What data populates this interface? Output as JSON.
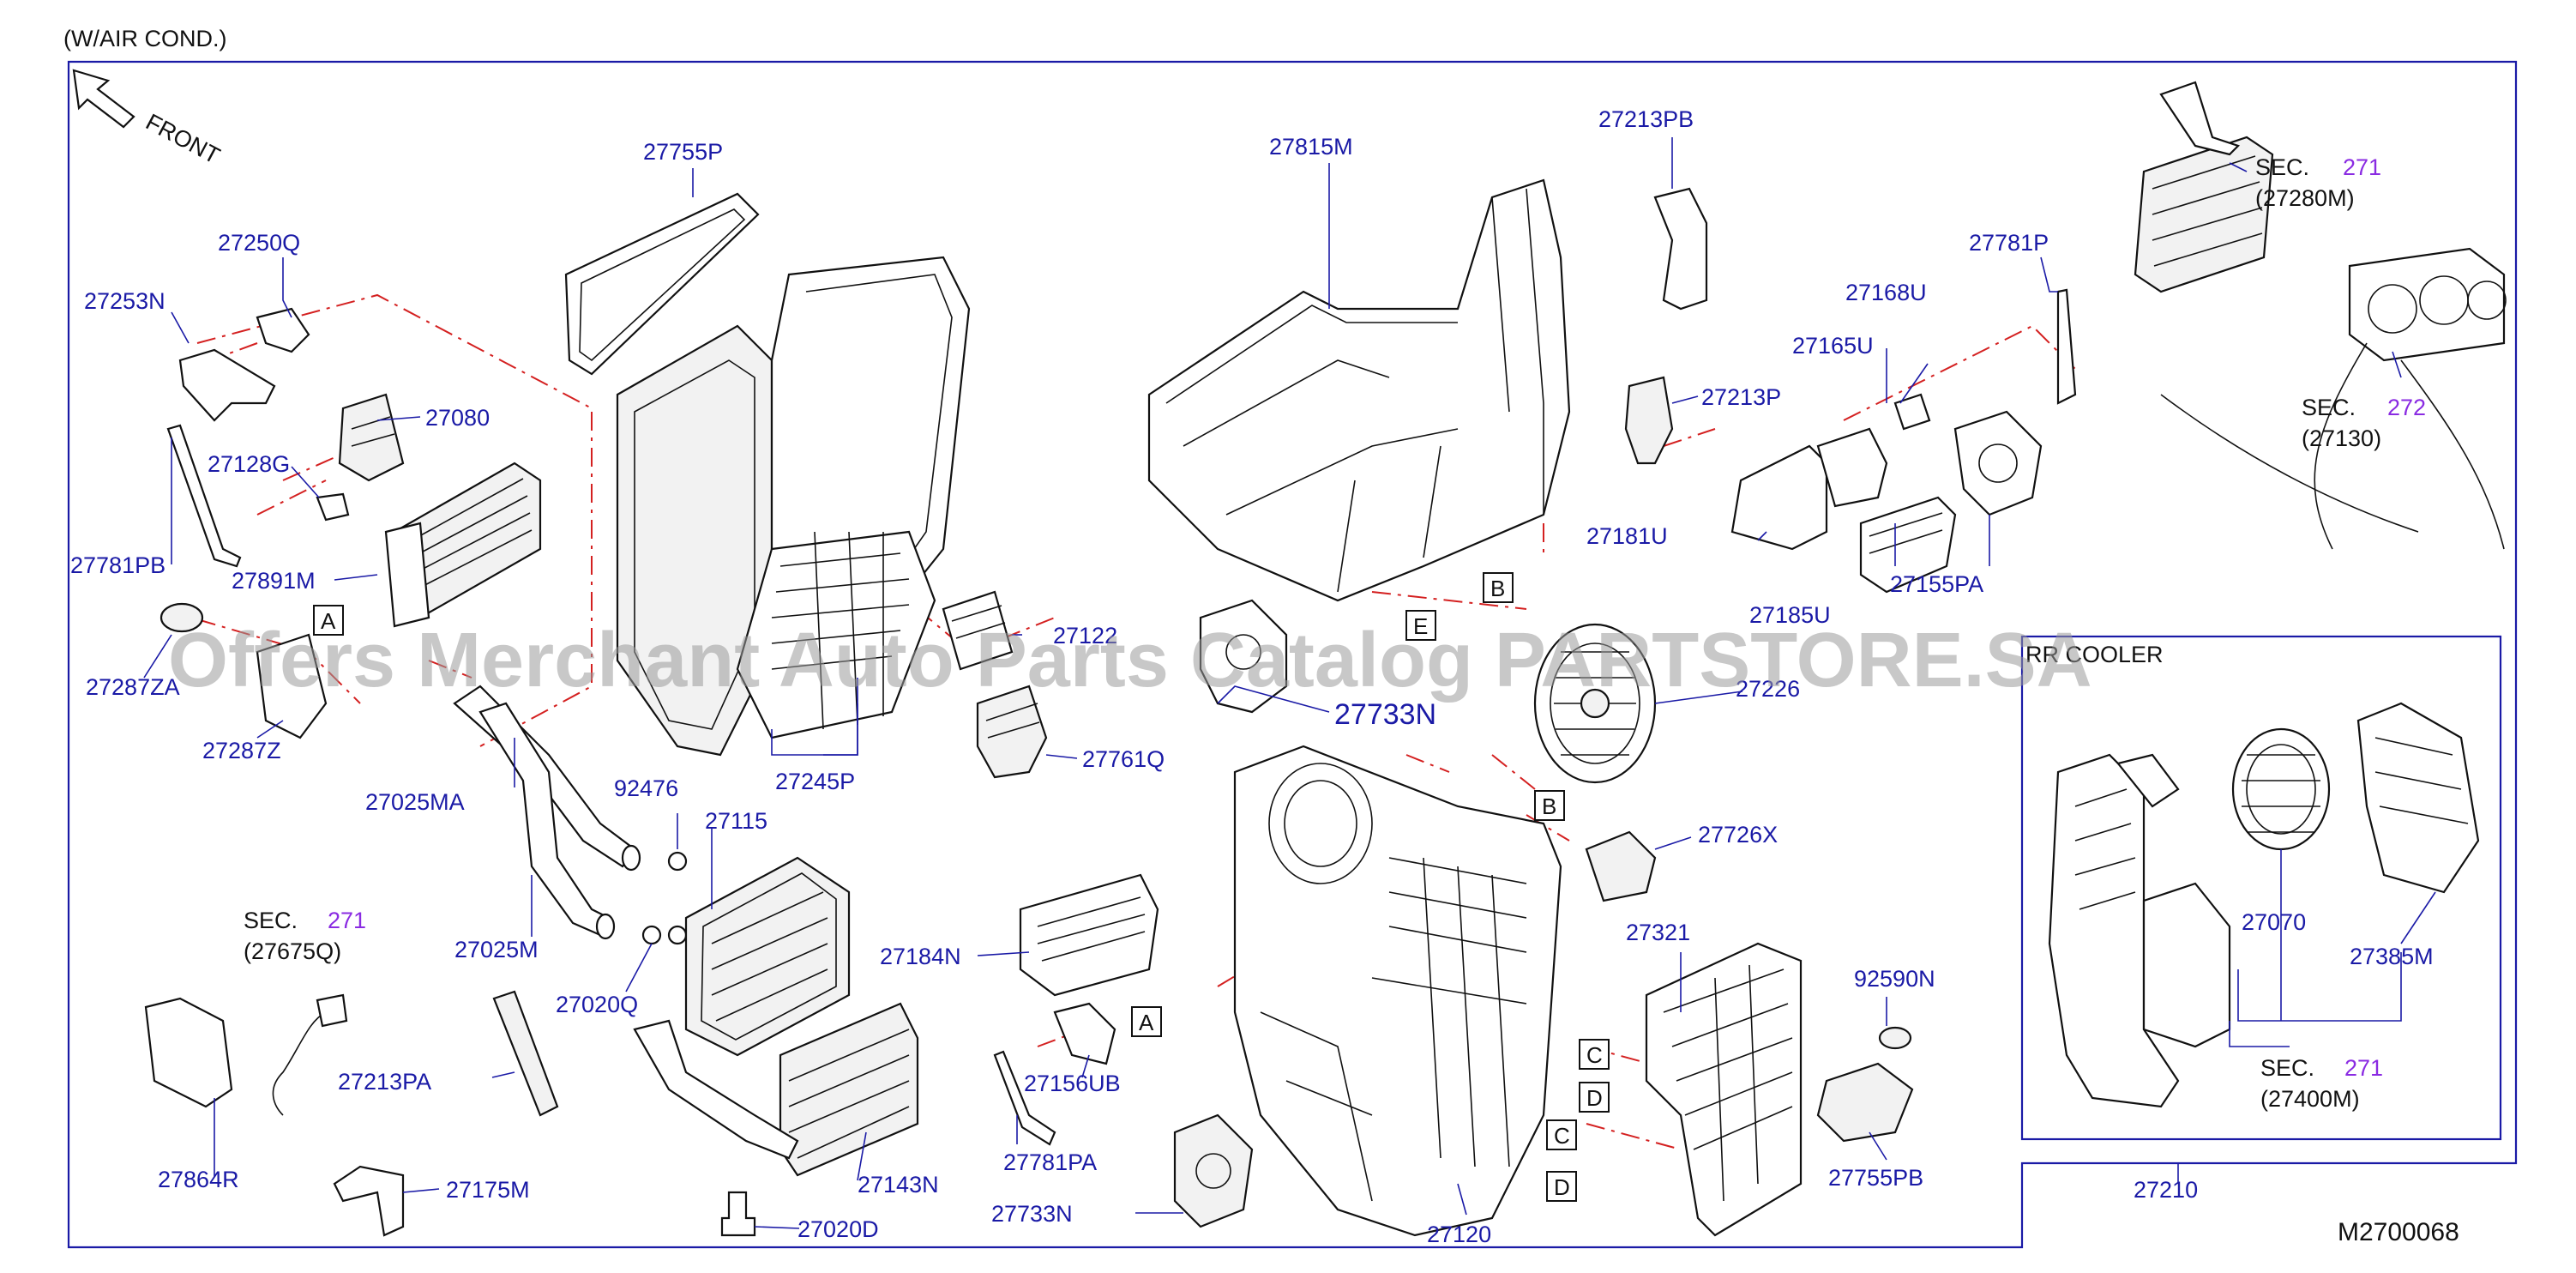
{
  "header": {
    "variant": "(W/AIR   COND.)",
    "front": "FRONT",
    "diagram_code": "M2700068"
  },
  "watermark": "Offers Merchant Auto Parts Catalog PARTSTORE.SA",
  "section_titles": {
    "rr_cooler": "RR  COOLER"
  },
  "parts": {
    "p27755P": "27755P",
    "p27250Q": "27250Q",
    "p27253N": "27253N",
    "p27080": "27080",
    "p27128G": "27128G",
    "p27781PB": "27781PB",
    "p27891M": "27891M",
    "p27287ZA": "27287ZA",
    "p27287Z": "27287Z",
    "p27025MA": "27025MA",
    "p27025M": "27025M",
    "p92476": "92476",
    "p27115": "27115",
    "p27020Q": "27020Q",
    "p27122": "27122",
    "p27245P": "27245P",
    "p27761Q": "27761Q",
    "p27733N_big": "27733N",
    "p27815M": "27815M",
    "p27213PB": "27213PB",
    "p27213P": "27213P",
    "p27181U": "27181U",
    "p27185U": "27185U",
    "p27155PA": "27155PA",
    "p27165U": "27165U",
    "p27168U": "27168U",
    "p27781P": "27781P",
    "p27226": "27226",
    "p27726X": "27726X",
    "p27321": "27321",
    "p92590N": "92590N",
    "p27755PB": "27755PB",
    "p27120": "27120",
    "p27184N": "27184N",
    "p27156UB": "27156UB",
    "p27781PA": "27781PA",
    "p27733N": "27733N",
    "p27143N": "27143N",
    "p27020D": "27020D",
    "p27213PA": "27213PA",
    "p27864R": "27864R",
    "p27175M": "27175M",
    "p27070": "27070",
    "p27385M": "27385M",
    "p27210": "27210"
  },
  "sec_refs": [
    {
      "sec": "SEC.",
      "num": "271",
      "code": "(27280M)"
    },
    {
      "sec": "SEC.",
      "num": "272",
      "code": "(27130)"
    },
    {
      "sec": "SEC.",
      "num": "271",
      "code": "(27675Q)"
    },
    {
      "sec": "SEC.",
      "num": "271",
      "code": "(27400M)"
    }
  ],
  "letters": {
    "a1": "A",
    "a2": "A",
    "b1": "B",
    "b2": "B",
    "c1": "C",
    "c2": "C",
    "d1": "D",
    "d2": "D",
    "e1": "E"
  }
}
